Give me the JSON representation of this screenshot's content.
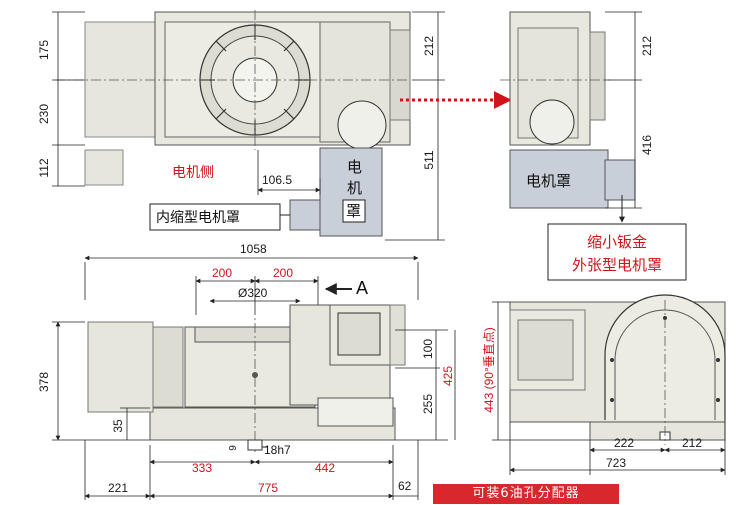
{
  "top_left_view": {
    "dims_left": [
      "175",
      "230",
      "112"
    ],
    "dims_right": [
      "212",
      "511"
    ],
    "dim_106": "106.5",
    "label_motor_side": "电机侧",
    "label_motor_cover_vertical": "电\n机\n罩",
    "label_internal_cover": "内缩型电机罩"
  },
  "top_right_view": {
    "dims_right": [
      "212",
      "416"
    ],
    "label_motor_cover": "电机罩",
    "label_external_cover_line1": "缩小钣金",
    "label_external_cover_line2": "外张型电机罩"
  },
  "front_view": {
    "dim_total_width": "1058",
    "dim_200_left": "200",
    "dim_200_right": "200",
    "dim_bore": "Ø320",
    "arrow_label": "A",
    "dim_height": "378",
    "dim_35": "35",
    "dim_100": "100",
    "dim_255": "255",
    "dim_425": "425",
    "dim_9": "9",
    "dim_key": "18h7",
    "dim_333": "333",
    "dim_442": "442",
    "dim_221": "221",
    "dim_775": "775",
    "dim_62": "62"
  },
  "side_view": {
    "dim_443": "443 (90°垂直点)",
    "dim_222": "222",
    "dim_212": "212",
    "dim_723": "723"
  },
  "banner": "可装6油孔分配器",
  "colors": {
    "red": "#d0141c",
    "body": "#e6e6dc",
    "panel": "#c9cfd8",
    "line": "#222222"
  }
}
